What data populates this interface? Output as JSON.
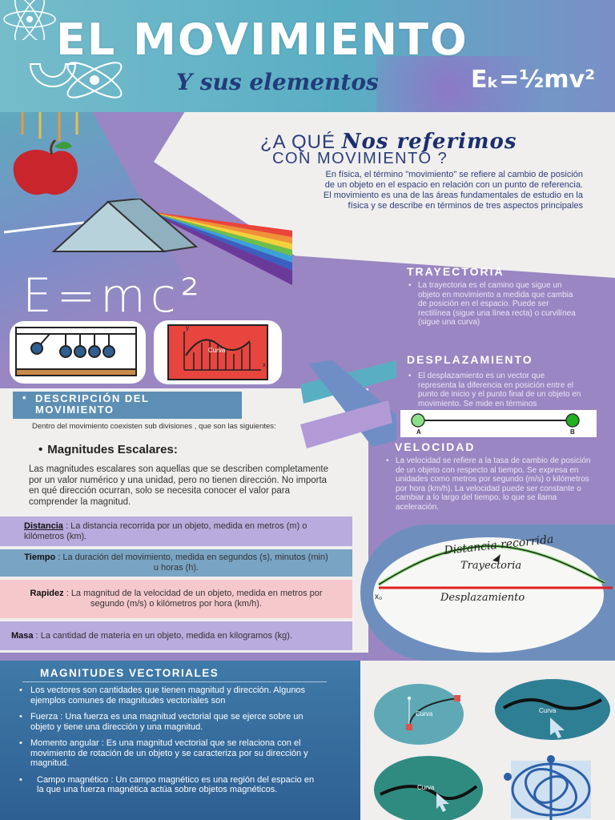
{
  "header": {
    "title": "EL MOVIMIENTO",
    "subtitle": "Y sus elementos",
    "formula_ek": "Eₖ=½mv²"
  },
  "question": {
    "prefix": "¿A QUÉ ",
    "emphasis": "Nos referimos",
    "line2": "CON MOVIMIENTO ?",
    "text": "En física, el término \"movimiento\" se refiere al cambio de posición de un objeto en el espacio en relación con un punto de referencia. El movimiento es una de las áreas fundamentales de estudio en la física y se describe en términos de tres aspectos principales"
  },
  "formula_emc": "E=mc²",
  "trayectoria": {
    "title": "TRAYECTORIA",
    "text": "La trayectoria es el camino que sigue un objeto en movimiento a medida que cambia de posición en el espacio. Puede ser rectilínea (sigue una línea recta) o curvilínea (sigue una curva)"
  },
  "desplazamiento": {
    "title": "DESPLAZAMIENTO",
    "text": "El desplazamiento es un vector que representa la diferencia en posición entre el punto de inicio y el punto final de un objeto en movimiento. Se mide en términos",
    "point_a": "A",
    "point_b": "B"
  },
  "velocidad": {
    "title": "VELOCIDAD",
    "text": "La velocidad se refiere a la tasa de cambio de posición de un objeto con respecto al tiempo. Se expresa en unidades como metros por segundo (m/s) o kilómetros por hora (km/h). La velocidad puede ser constante o cambiar a lo largo del tiempo, lo que se llama aceleración."
  },
  "diagram": {
    "distancia": "Distancia recorrida",
    "trayectoria": "Trayectoria",
    "desplazamiento": "Desplazamiento",
    "x0": "x₀"
  },
  "curva_label": "Curva",
  "descripcion": {
    "title_line1": "DESCRIPCIÓN DEL",
    "title_line2": "MOVIMIENTO",
    "intro": "Dentro del movimiento coexisten sub divisiones , que son las siguientes:",
    "escalares_title": "Magnitudes Escalares:",
    "escalares_text": "Las magnitudes escalares son aquellas que se describen completamente por un valor numérico y una unidad, pero no tienen dirección. No importa en qué dirección ocurran, solo se necesita conocer el valor para comprender la magnitud."
  },
  "bands": {
    "distancia_label": "Distancia",
    "distancia_text": ": La distancia recorrida por un objeto, medida en metros (m) o kilómetros (km).",
    "tiempo_label": "Tiempo",
    "tiempo_text": ": La duración del movimiento, medida en segundos (s), minutos (min) u horas (h).",
    "rapidez_label": "Rapidez",
    "rapidez_text": ": La magnitud de la velocidad de un objeto, medida en metros por segundo (m/s) o kilómetros por hora (km/h).",
    "masa_label": "Masa",
    "masa_text": ": La cantidad de materia en un objeto, medida en kilogramos (kg)."
  },
  "vectoriales": {
    "title": "MAGNITUDES VECTORIALES",
    "items": [
      "Los vectores son cantidades que tienen magnitud y dirección. Algunos ejemplos comunes de magnitudes vectoriales son",
      "Fuerza : Una fuerza es una magnitud vectorial que se ejerce sobre un objeto y tiene una dirección y una magnitud.",
      "Momento angular : Es una magnitud vectorial que se relaciona con el movimiento de rotación de un objeto y se caracteriza por su dirección y magnitud.",
      "Campo magnético : Un campo magnético es una región del espacio en la que una fuerza magnética actúa sobre objetos magnéticos."
    ]
  },
  "colors": {
    "purple": "#9a86c2",
    "teal": "#5aaec4",
    "navy": "#233b7a",
    "light": "#f0efee"
  },
  "icons": [
    "atom-icon",
    "magnet-icon",
    "apple-icon",
    "prism-icon",
    "newtons-cradle-icon",
    "graph-icon",
    "curve-tool-icon",
    "cursor-icon",
    "gyroscope-icon"
  ]
}
